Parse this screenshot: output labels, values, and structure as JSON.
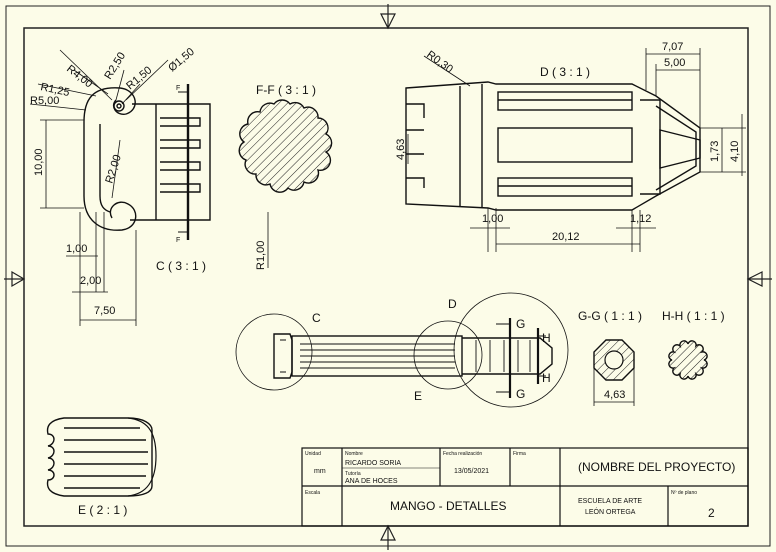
{
  "views": {
    "C": {
      "title": "C ( 3 : 1 )",
      "section_marker": "F"
    },
    "FF": {
      "title": "F-F ( 3 : 1 )"
    },
    "D": {
      "title": "D ( 3 : 1 )"
    },
    "E": {
      "title": "E ( 2 : 1 )"
    },
    "GG": {
      "title": "G-G ( 1 : 1 )"
    },
    "HH": {
      "title": "H-H ( 1 : 1 )"
    }
  },
  "callouts": {
    "C": "C",
    "D": "D",
    "E": "E",
    "G": "G",
    "H": "H"
  },
  "dimensions": {
    "c_view": [
      "R2,50",
      "R4,00",
      "R1,50",
      "Ø1,50",
      "R1,25",
      "R5,00",
      "10,00",
      "R2,00",
      "1,00",
      "2,00",
      "7,50"
    ],
    "ff_view": [
      "R1,00"
    ],
    "d_view": [
      "R0,30",
      "7,07",
      "5,00",
      "4,63",
      "1,73",
      "4,10",
      "1,00",
      "1,12",
      "20,12"
    ],
    "gg_view": [
      "4,63"
    ]
  },
  "title_block": {
    "unidad_label": "Unidad",
    "unidad_value": "mm",
    "nombre_label": "Nombre",
    "nombre_value": "RICARDO SORIA",
    "tutoria_label": "Tutoría",
    "tutoria_value": "ANA DE HOCES",
    "fecha_label": "Fecha realización",
    "fecha_value": "13/05/2021",
    "firma_label": "Firma",
    "proyecto": "(NOMBRE DEL PROYECTO)",
    "escala_label": "Escala",
    "titulo": "MANGO - DETALLES",
    "escuela_line1": "ESCUELA DE ARTE",
    "escuela_line2": "LEÓN ORTEGA",
    "plano_label": "Nº de plano",
    "plano_value": "2"
  }
}
